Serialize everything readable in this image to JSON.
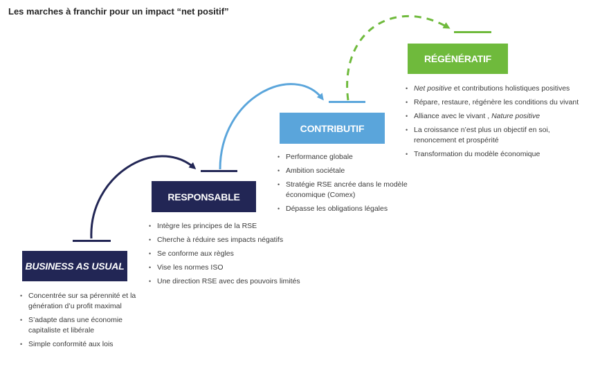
{
  "title": "Les marches à franchir pour un impact “net positif”",
  "colors": {
    "navy": "#222655",
    "blue": "#5aa5db",
    "green": "#6fba3c",
    "text": "#333333"
  },
  "steps": [
    {
      "label": "BUSINESS AS USUAL",
      "color": "#222655",
      "items": [
        [
          "Concentrée sur sa pérennité et la génération d’u profit maximal"
        ],
        [
          "S’adapte dans une économie capitaliste et libérale"
        ],
        [
          "Simple conformité aux lois"
        ]
      ]
    },
    {
      "label": "RESPONSABLE",
      "color": "#222655",
      "items": [
        [
          "Intègre les principes de la RSE"
        ],
        [
          "Cherche à réduire ses impacts négatifs"
        ],
        [
          "Se conforme aux règles"
        ],
        [
          "Vise les normes ISO"
        ],
        [
          "Une direction RSE avec des pouvoirs limités"
        ]
      ]
    },
    {
      "label": "CONTRIBUTIF",
      "color": "#5aa5db",
      "items": [
        [
          "Performance globale"
        ],
        [
          "Ambition sociétale"
        ],
        [
          "Stratégie RSE ancrée dans le modèle économique (Comex)"
        ],
        [
          "Dépasse les obligations légales"
        ]
      ]
    },
    {
      "label": "RÉGÉNÉRATIF",
      "color": "#6fba3c",
      "items": [
        [
          "Net positive",
          " et contributions holistiques positives"
        ],
        [
          "Répare, restaure, régénère les conditions du vivant"
        ],
        [
          "Alliance avec le vivant , ",
          "Nature positive"
        ],
        [
          "La croissance n’est plus un objectif en soi, renoncement et prospérité"
        ],
        [
          "Transformation du modèle économique"
        ]
      ]
    }
  ]
}
